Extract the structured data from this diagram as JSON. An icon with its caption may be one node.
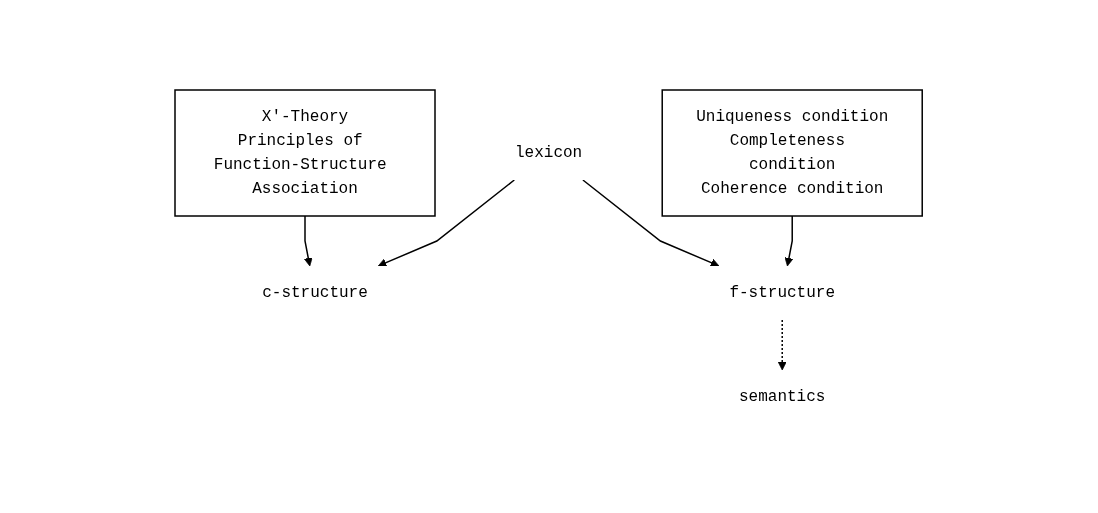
{
  "diagram": {
    "nodes": [
      {
        "text": [
          "lexicon"
        ]
      },
      {
        "text": [
          "c-structure"
        ]
      },
      {
        "text": [
          "f-structure"
        ]
      },
      {
        "text": [
          "Uniqueness condition",
          "Completeness condition",
          "Coherence condition"
        ]
      },
      {
        "text": [
          "X'-Theory",
          "Principles of Function-Structure Association"
        ]
      },
      {
        "text": [
          "semantics"
        ]
      }
    ],
    "edges": [
      {
        "from": 0,
        "to": 1,
        "arrow": "to"
      },
      {
        "from": 0,
        "to": 2,
        "arrow": "to"
      },
      {
        "from": 3,
        "to": 2,
        "arrow": "to"
      },
      {
        "from": 4,
        "to": 1,
        "arrow": "to"
      },
      {
        "from": 2,
        "to": 5,
        "arrow": "to",
        "style": "dashed"
      }
    ]
  }
}
